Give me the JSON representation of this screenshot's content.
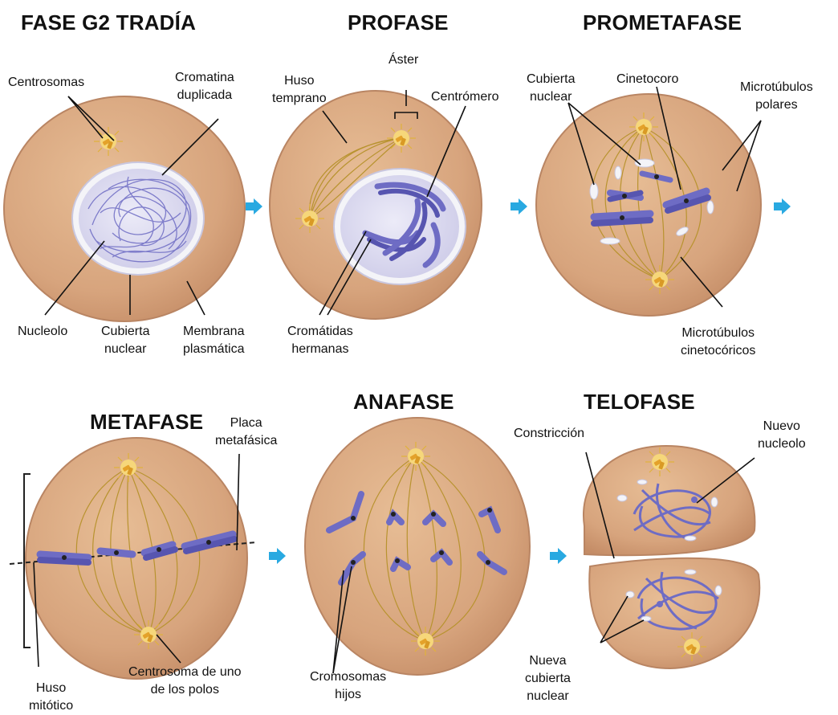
{
  "titles": {
    "g2": "FASE G2 TRADÍA",
    "profase": "PROFASE",
    "prometafase": "PROMETAFASE",
    "metafase": "METAFASE",
    "anafase": "ANAFASE",
    "telofase": "TELOFASE"
  },
  "labels": {
    "centrosomas": "Centrosomas",
    "cromatina": [
      "Cromatina",
      "duplicada"
    ],
    "nucleolo": "Nucleolo",
    "cubierta_nuclear_g2": [
      "Cubierta",
      "nuclear"
    ],
    "membrana": [
      "Membrana",
      "plasmática"
    ],
    "huso_temprano": [
      "Huso",
      "temprano"
    ],
    "aster": "Áster",
    "centromero": "Centrómero",
    "cromatidas": [
      "Cromátidas",
      "hermanas"
    ],
    "cubierta_nuclear_pm": [
      "Cubierta",
      "nuclear"
    ],
    "cinetocoro": "Cinetocoro",
    "microtubulos_polares": [
      "Microtúbulos",
      "polares"
    ],
    "microtubulos_cinetocoricos": [
      "Microtúbulos",
      "cinetocóricos"
    ],
    "placa_metafasica": [
      "Placa",
      "metafásica"
    ],
    "huso_mitotico": [
      "Huso",
      "mitótico"
    ],
    "centrosoma_polo": [
      "Centrosoma de uno",
      "de los polos"
    ],
    "cromosomas_hijos": [
      "Cromosomas",
      "hijos"
    ],
    "constriccion": "Constricción",
    "nuevo_nucleolo": [
      "Nuevo",
      "nucleolo"
    ],
    "nueva_cubierta": [
      "Nueva",
      "cubierta",
      "nuclear"
    ]
  },
  "colors": {
    "cell_fill": "#d9a882",
    "cell_edge": "#b98563",
    "nucleus_fill": "#e4e2f3",
    "chromosome": "#6e6cc4",
    "chromosome_dark": "#45439a",
    "spindle": "#b8932f",
    "centrosome": "#f0c24a",
    "arrow": "#29a9e1",
    "envelope_fragment": "#f4f4f8"
  }
}
